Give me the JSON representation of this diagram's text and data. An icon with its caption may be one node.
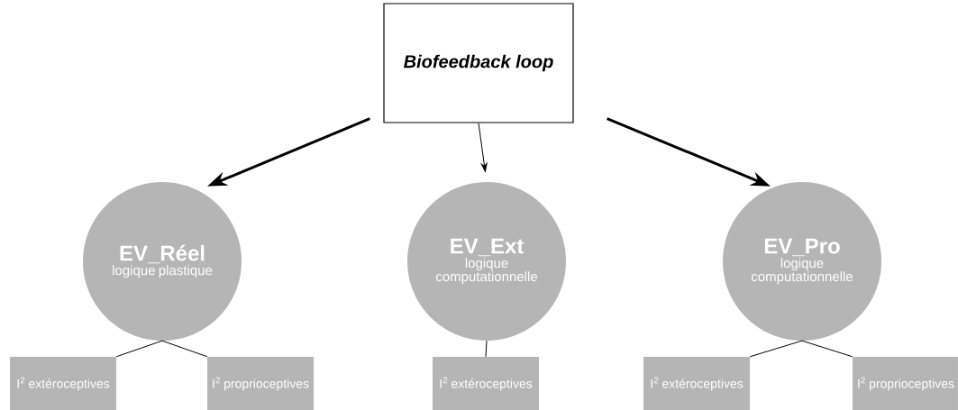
{
  "diagram": {
    "nodes": [
      {
        "text": [
          "Biofeedback loop"
        ]
      },
      {
        "text": [
          "EV_Réel",
          "logique plastique"
        ]
      },
      {
        "text": [
          "EV_Ext",
          "logique computationnelle"
        ]
      },
      {
        "text": [
          "EV_Pro",
          "logique computationnelle"
        ]
      },
      {
        "text": [
          "I$^{2}$ extéroceptives"
        ]
      },
      {
        "text": [
          "I$^{2}$ proprioceptives"
        ]
      },
      {
        "text": [
          "I$^{2}$ extéroceptives"
        ]
      },
      {
        "text": [
          "I$^{2}$ extéroceptives"
        ]
      },
      {
        "text": [
          "I$^{2}$ proprioceptives"
        ]
      }
    ],
    "edges": [
      {
        "from": 0,
        "to": 1,
        "arrow": "to",
        "style": "thick"
      },
      {
        "from": 0,
        "to": 2,
        "arrow": "to"
      },
      {
        "from": 0,
        "to": 3,
        "arrow": "to",
        "style": "thick"
      },
      {
        "from": 1,
        "to": 4,
        "arrow": "none"
      },
      {
        "from": 1,
        "to": 5,
        "arrow": "none"
      },
      {
        "from": 2,
        "to": 6,
        "arrow": "none"
      },
      {
        "from": 3,
        "to": 7,
        "arrow": "none"
      },
      {
        "from": 3,
        "to": 8,
        "arrow": "none"
      }
    ]
  }
}
